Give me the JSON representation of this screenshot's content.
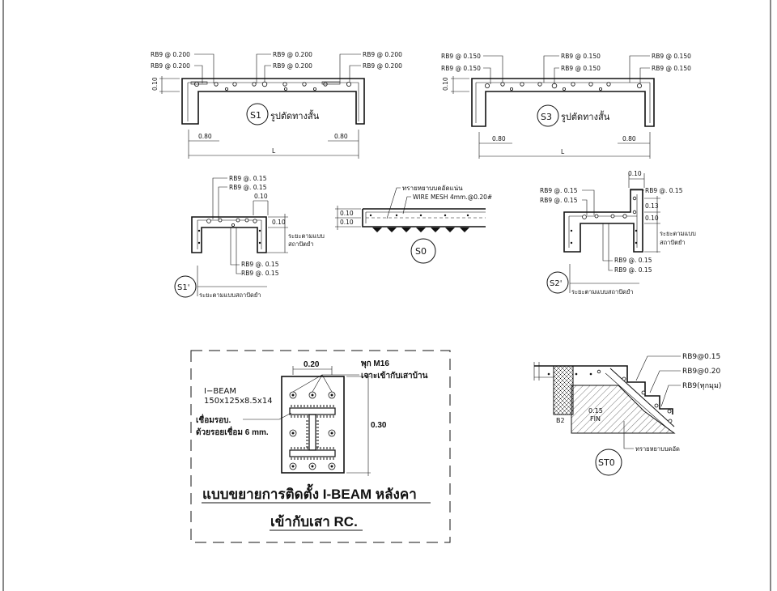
{
  "s1": {
    "leaders": [
      "RB9 @ 0.200",
      "RB9 @ 0.200",
      "RB9 @ 0.200",
      "RB9 @ 0.200",
      "RB9 @ 0.200",
      "RB9 @ 0.200"
    ],
    "thickness": "0.10",
    "tag": "S1",
    "title": "รูปตัดทางสั้น",
    "dim_left": "0.80",
    "dim_right": "0.80",
    "span": "L"
  },
  "s3": {
    "leaders": [
      "RB9 @ 0.150",
      "RB9 @ 0.150",
      "RB9 @ 0.150",
      "RB9 @ 0.150",
      "RB9 @ 0.150",
      "RB9 @ 0.150"
    ],
    "thickness": "0.10",
    "tag": "S3",
    "title": "รูปตัดทางสั้น",
    "dim_left": "0.80",
    "dim_right": "0.80",
    "span": "L"
  },
  "s1p": {
    "top_leaders": [
      "RB9 @. 0.15",
      "RB9 @. 0.15"
    ],
    "dim_a": "0.10",
    "dim_b": "0.10",
    "note": [
      "ระยะตามแบบ",
      "สถาปัตยำ"
    ],
    "bottom_leaders": [
      "RB9 @. 0.15",
      "RB9 @. 0.15"
    ],
    "tag": "S1'",
    "bottom_note": "ระยะตามแบบสถาปัดยำ"
  },
  "s0": {
    "leader1": "ทรายหยาบบดอัดแน่น",
    "leader2": "WIRE MESH 4mm.@0.20#",
    "dim_a": "0.10",
    "dim_b": "0.10",
    "tag": "S0"
  },
  "s2p": {
    "dim_top": "0.10",
    "top_leaders": [
      "RB9 @. 0.15",
      "RB9 @. 0.15"
    ],
    "right_leader": "RB9 @. 0.15",
    "dim_a": "0.13",
    "dim_b": "0.10",
    "note": [
      "ระยะตามแบบ",
      "สถาปัตยำ"
    ],
    "bottom_leaders": [
      "RB9 @. 0.15",
      "RB9 @. 0.15"
    ],
    "tag": "S2'",
    "bottom_note": "ระยะตามแบบสถาปัดยำ"
  },
  "ibeam": {
    "dim_width": "0.20",
    "dim_height": "0.30",
    "bolt_note": [
      "พุก M16",
      "เจาะเข้ากับเสาบ้าน"
    ],
    "beam_label": [
      "I−BEAM",
      "150x125x8.5x14"
    ],
    "weld_note": [
      "เชื่อมรอบ.",
      "ด้วยรอยเชื่อม 6 mm."
    ],
    "title_line1": "แบบขยายการติดตั้ง I-BEAM หลังคา",
    "title_line2": "เข้ากับเสา RC."
  },
  "st0": {
    "leaders": [
      "RB9@0.15",
      "RB9@0.20",
      "RB9(ทุกมุม)"
    ],
    "beam": "B2",
    "fin": [
      "0.15",
      "FIN"
    ],
    "sand": "ทรายหยาบบดอัด",
    "tag": "ST0"
  }
}
